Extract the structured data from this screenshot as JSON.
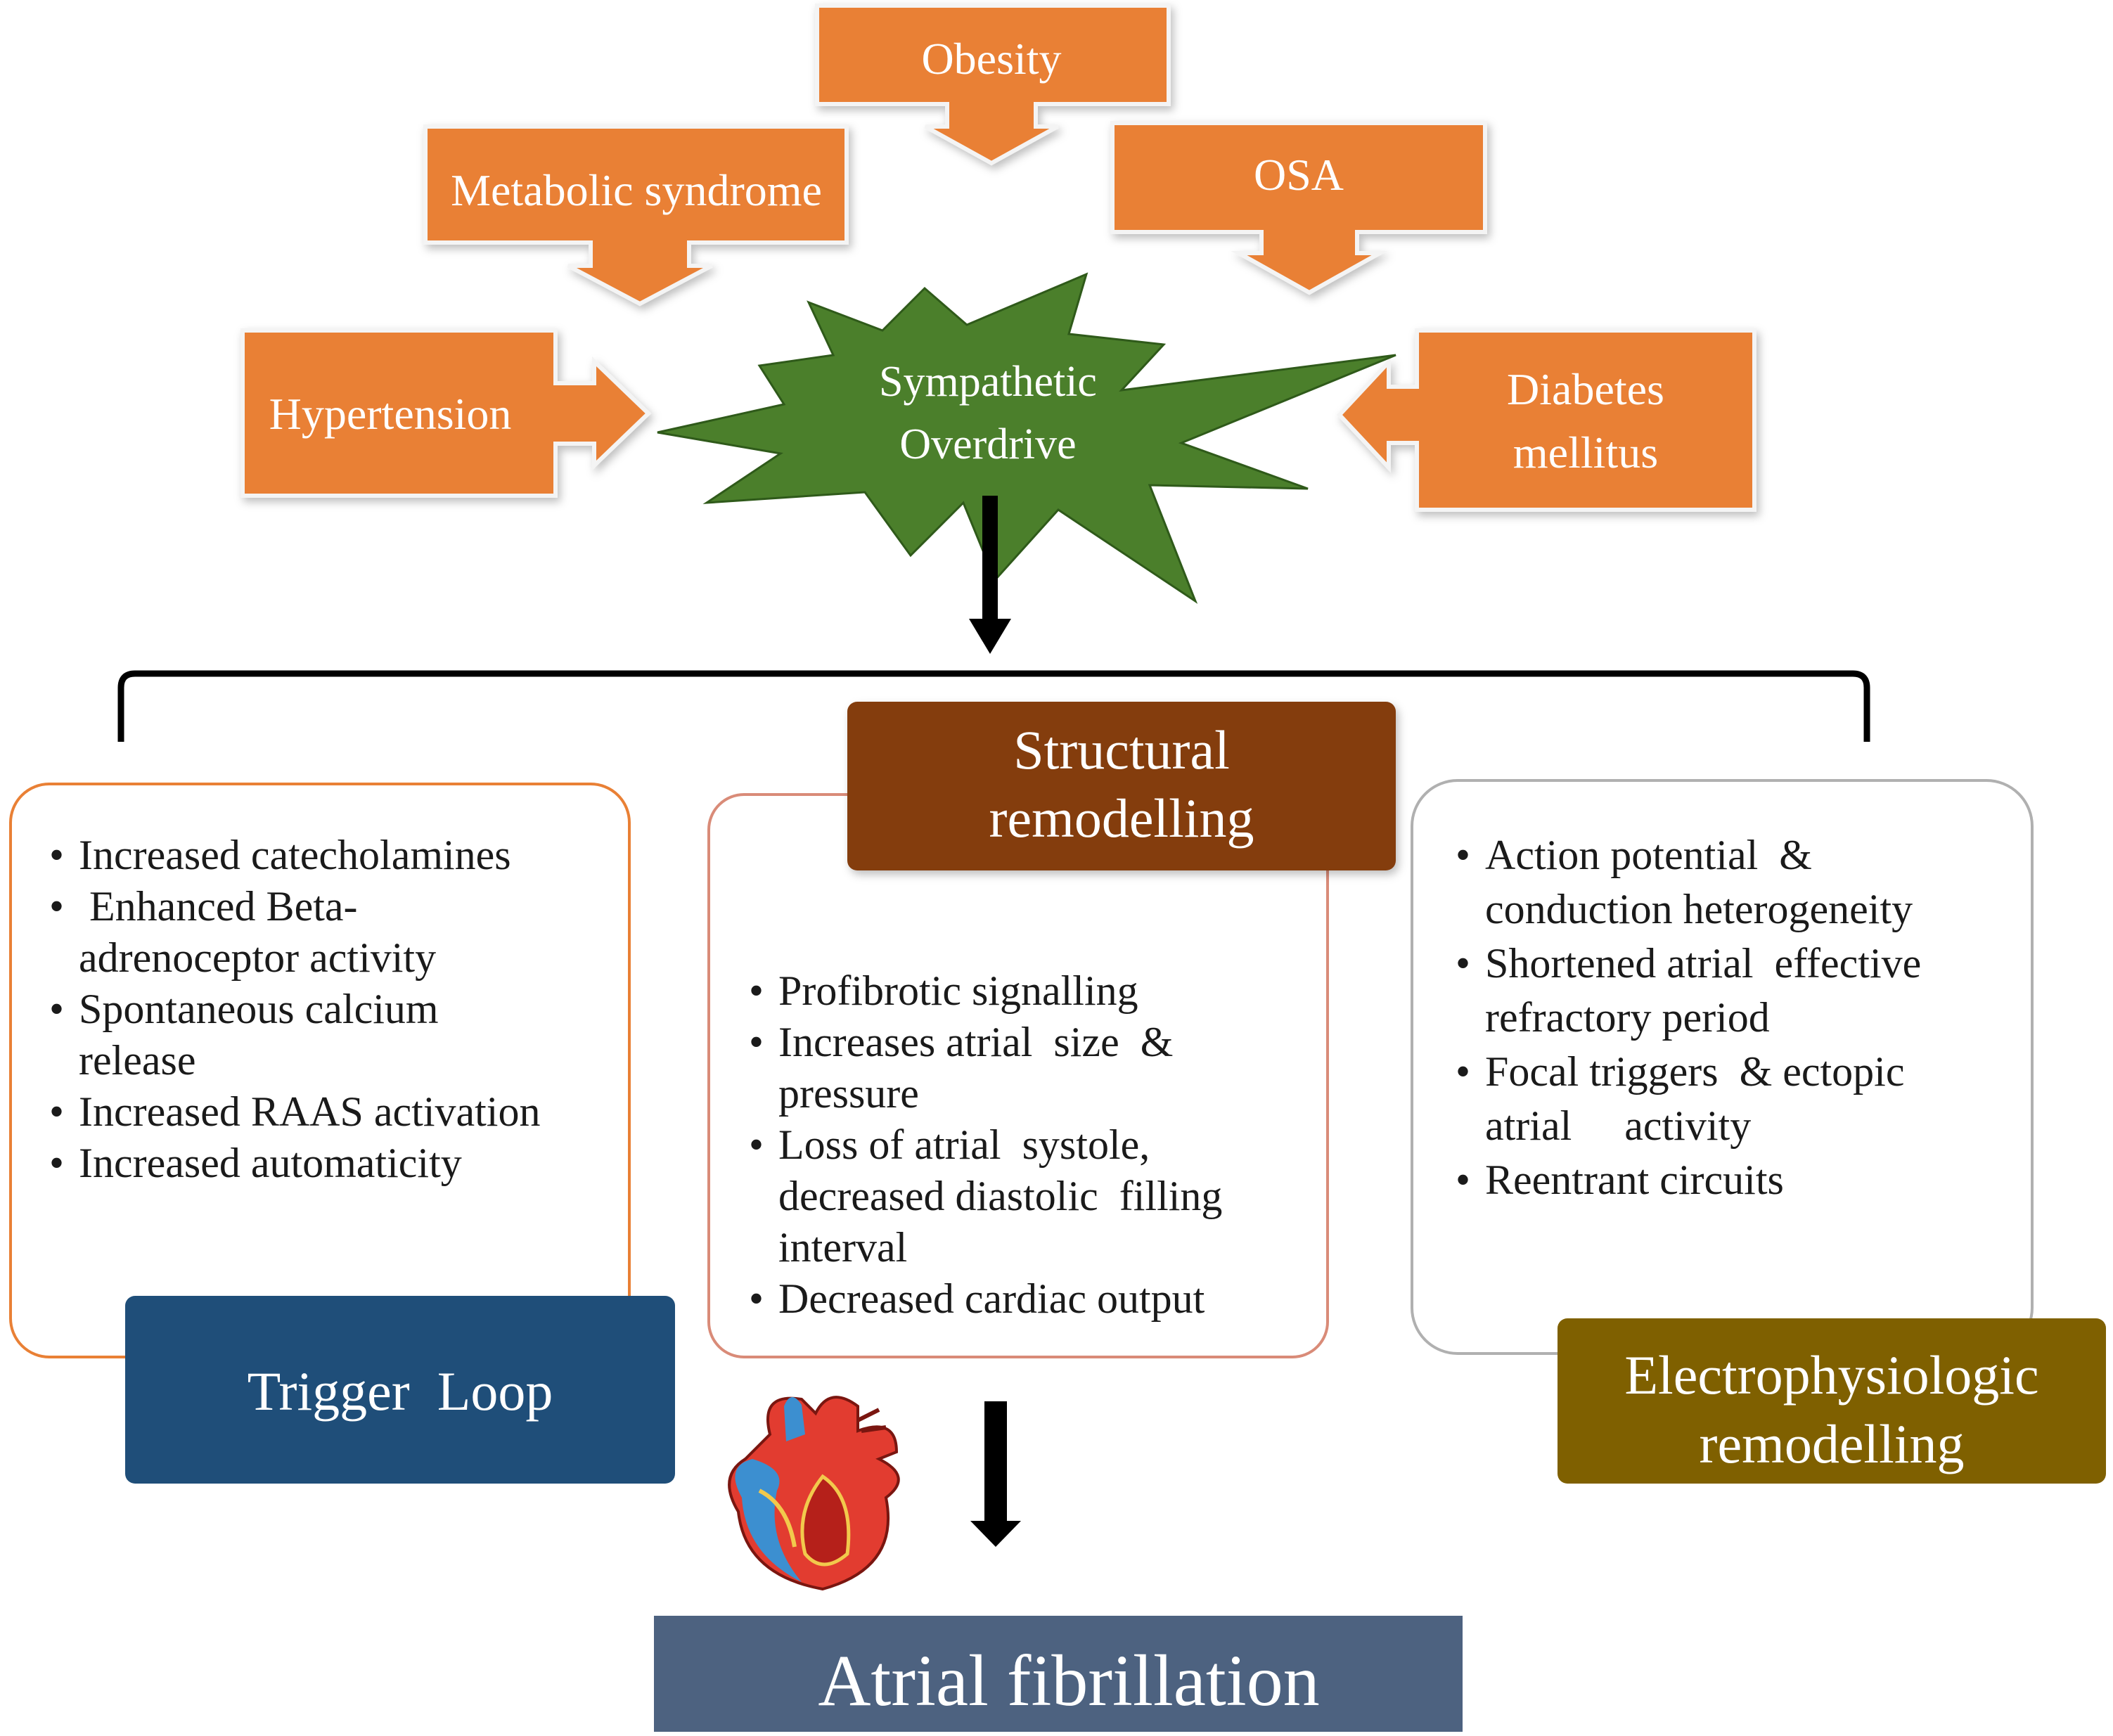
{
  "risk_factors": {
    "obesity": "Obesity",
    "metabolic_syndrome": "Metabolic syndrome",
    "osa": "OSA",
    "hypertension": "Hypertension",
    "diabetes_line1": "Diabetes",
    "diabetes_line2": "mellitus"
  },
  "center": {
    "line1": "Sympathetic",
    "line2": "Overdrive"
  },
  "trigger_loop": {
    "label": "Trigger  Loop",
    "items": [
      "Increased catecholamines",
      " Enhanced Beta-adrenoceptor activity",
      "Spontaneous calcium release",
      "Increased RAAS activation",
      "Increased automaticity"
    ]
  },
  "structural": {
    "label_line1": "Structural",
    "label_line2": "remodelling",
    "items": [
      "Profibrotic signalling",
      "Increases atrial  size  & pressure",
      "Loss of atrial  systole, decreased diastolic  filling interval",
      "Decreased cardiac output"
    ]
  },
  "electrophysiologic": {
    "label_line1": "Electrophysiologic",
    "label_line2": "remodelling",
    "items": [
      "Action potential  & conduction heterogeneity",
      "Shortened atrial  effective refractory period",
      "Focal triggers  & ectopic atrial     activity",
      "Reentrant circuits"
    ]
  },
  "outcome": "Atrial fibrillation",
  "icons": {
    "heart": "heart-anatomy-icon"
  },
  "colors": {
    "risk_box": "#e98035",
    "star": "#4b7f2b",
    "trigger": "#1f4e79",
    "structural": "#843c0c",
    "electro": "#7f6000",
    "outcome": "#4d6280"
  }
}
